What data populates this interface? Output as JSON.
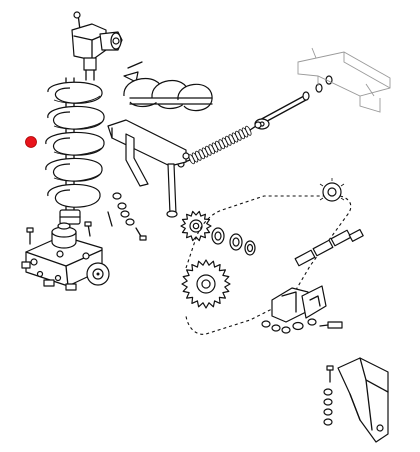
{
  "diagram": {
    "parts": [
      {
        "name": "auger-screw"
      },
      {
        "name": "gear-motor-top"
      },
      {
        "name": "gearbox-base"
      },
      {
        "name": "auger-flight-detail"
      },
      {
        "name": "tie-rod"
      },
      {
        "name": "tension-spring"
      },
      {
        "name": "lever-bracket"
      },
      {
        "name": "drive-sprocket-small"
      },
      {
        "name": "drive-sprocket-large"
      },
      {
        "name": "roller-chain"
      },
      {
        "name": "chain-tensioner-bracket"
      },
      {
        "name": "mounting-bracket"
      },
      {
        "name": "frame-outline"
      }
    ],
    "highlight": {
      "name": "selected-part-marker",
      "color": "#e8141c"
    }
  }
}
